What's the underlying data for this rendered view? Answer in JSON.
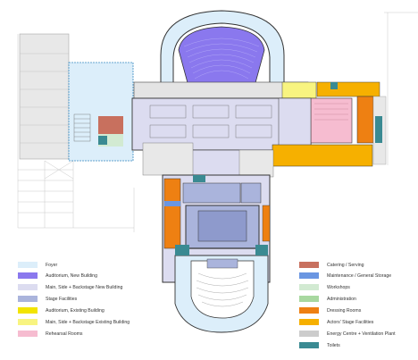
{
  "legend": {
    "left": [
      {
        "label": "Foyer",
        "color": "#dceefa"
      },
      {
        "label": "Auditorium, New Building",
        "color": "#8a78ee"
      },
      {
        "label": "Main, Side + Backstage New Building",
        "color": "#dcdcf0"
      },
      {
        "label": "Stage Facilities",
        "color": "#aab4dc"
      },
      {
        "label": "Auditorium, Existing Building",
        "color": "#f2e400"
      },
      {
        "label": "Main, Side + Backstage Existing Building",
        "color": "#f8f480"
      },
      {
        "label": "Rehearsal Rooms",
        "color": "#f6bcd0"
      }
    ],
    "right": [
      {
        "label": "Catering / Serving",
        "color": "#c8705e"
      },
      {
        "label": "Maintenance / General Storage",
        "color": "#6a96e2"
      },
      {
        "label": "Workshops",
        "color": "#d2ead2"
      },
      {
        "label": "Administration",
        "color": "#a8d8a0"
      },
      {
        "label": "Dressing Rooms",
        "color": "#ee8012"
      },
      {
        "label": "Actors' Stage Facilities",
        "color": "#f6b000"
      },
      {
        "label": "Energy Centre + Ventilation Plant",
        "color": "#cccccc"
      },
      {
        "label": "Toilets",
        "color": "#3a8a92"
      }
    ]
  }
}
